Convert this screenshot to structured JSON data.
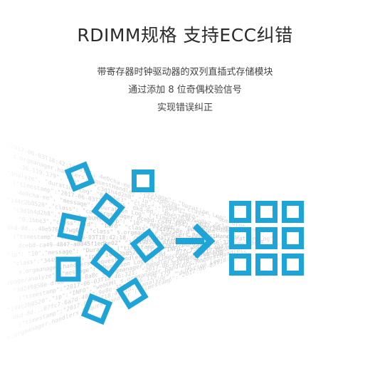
{
  "heading": {
    "title": "RDIMM规格 支持ECC纠错"
  },
  "description": {
    "line1": "带寄存器时钟驱动器的双列直插式存储模块",
    "line2": "通过添加 8 位奇偶校验信号",
    "line3": "实现错误纠正"
  },
  "illustration": {
    "accent_color": "#1ea4d6",
    "code_lines": [
      "\"2017-06-03T18:42:18.018\",",
      "s.orgmanager.handlers.RequestHandler",
      ".36.119.179\", \"ip\": \"",
      "\"analyze\", \"duration Log\"",
      "(\"timestamp\":\"2017-06-03T18:43:35.",
      "4e0cha-ee\", \"message\": \"Duration Log\"",
      "\"144c2b8520\",\"class\": \"com.orgmanager",
      "\"c3d1h4d2h8\",\"ip\": \"webUMl\"",
      "\"0.1bbe3\",\"class\":\"id\": \"INFO\"",
      "dkd-8d...40e5763e7wg0k\",\"class\"",
      "(\"timestamp\":\"2017-06-03T18:42:18.",
      "dcebd-ca49-4847-a0845f1edbe02\"",
      "\"ip\": \"10\",\"message\": \"Duration",
      "\"class\":\"3449258e-d\",\"ip\"",
      "s.orgmanager.handlers.RequestHandler",
      "/page/analyze\", \"message\": \"Duration Log\"",
      "\"3d249858e-dfd8-46a6-8a8c",
      "(\"timestamp\":\"2017-06-03T18:46:321.",
      "\"144c2b8520\",\"ip\":\"INFO\",\"webUMl",
      "dkd-8d...07fc7-6a7d-4047-9e8e-35ee",
      "(\"timestamp\":\"2017-06-03T18:42:18.",
      "s.orgmanager.handlers.RequestHandler"
    ]
  }
}
